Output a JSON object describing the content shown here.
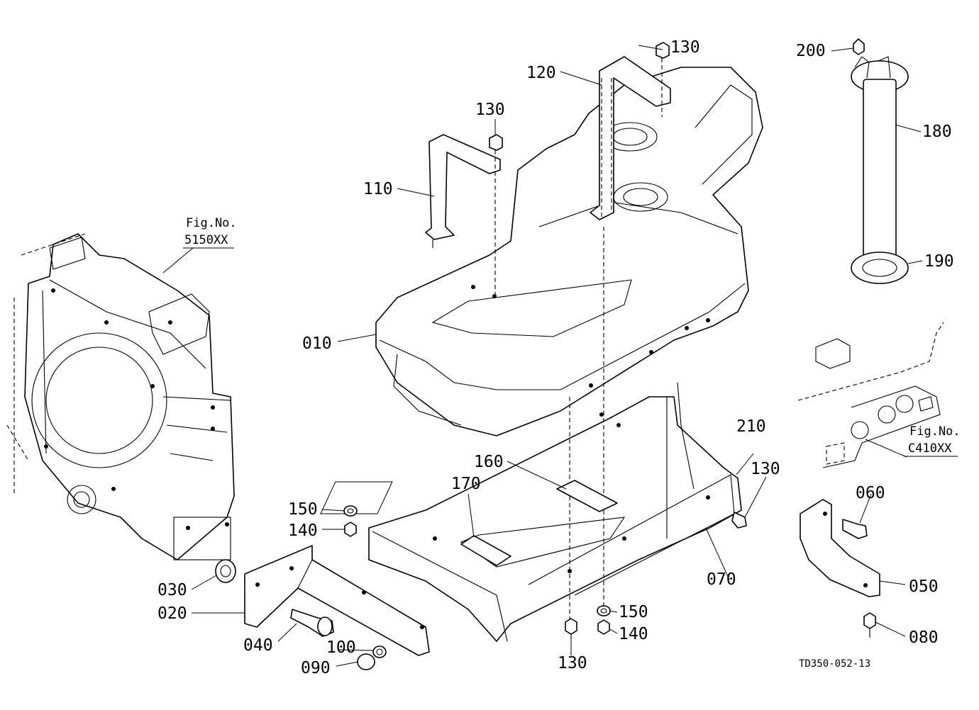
{
  "drawing_code": "TD350-052-13",
  "figure_refs": [
    {
      "label": "Fig.No.",
      "number": "5150XX"
    },
    {
      "label": "Fig.No.",
      "number": "C410XX"
    }
  ],
  "callouts": [
    "010",
    "020",
    "030",
    "040",
    "050",
    "060",
    "070",
    "080",
    "090",
    "100",
    "110",
    "120",
    "130",
    "130",
    "130",
    "130",
    "140",
    "140",
    "150",
    "150",
    "160",
    "170",
    "180",
    "190",
    "200",
    "210"
  ],
  "colors": {
    "line": "#000000",
    "background": "#ffffff"
  }
}
